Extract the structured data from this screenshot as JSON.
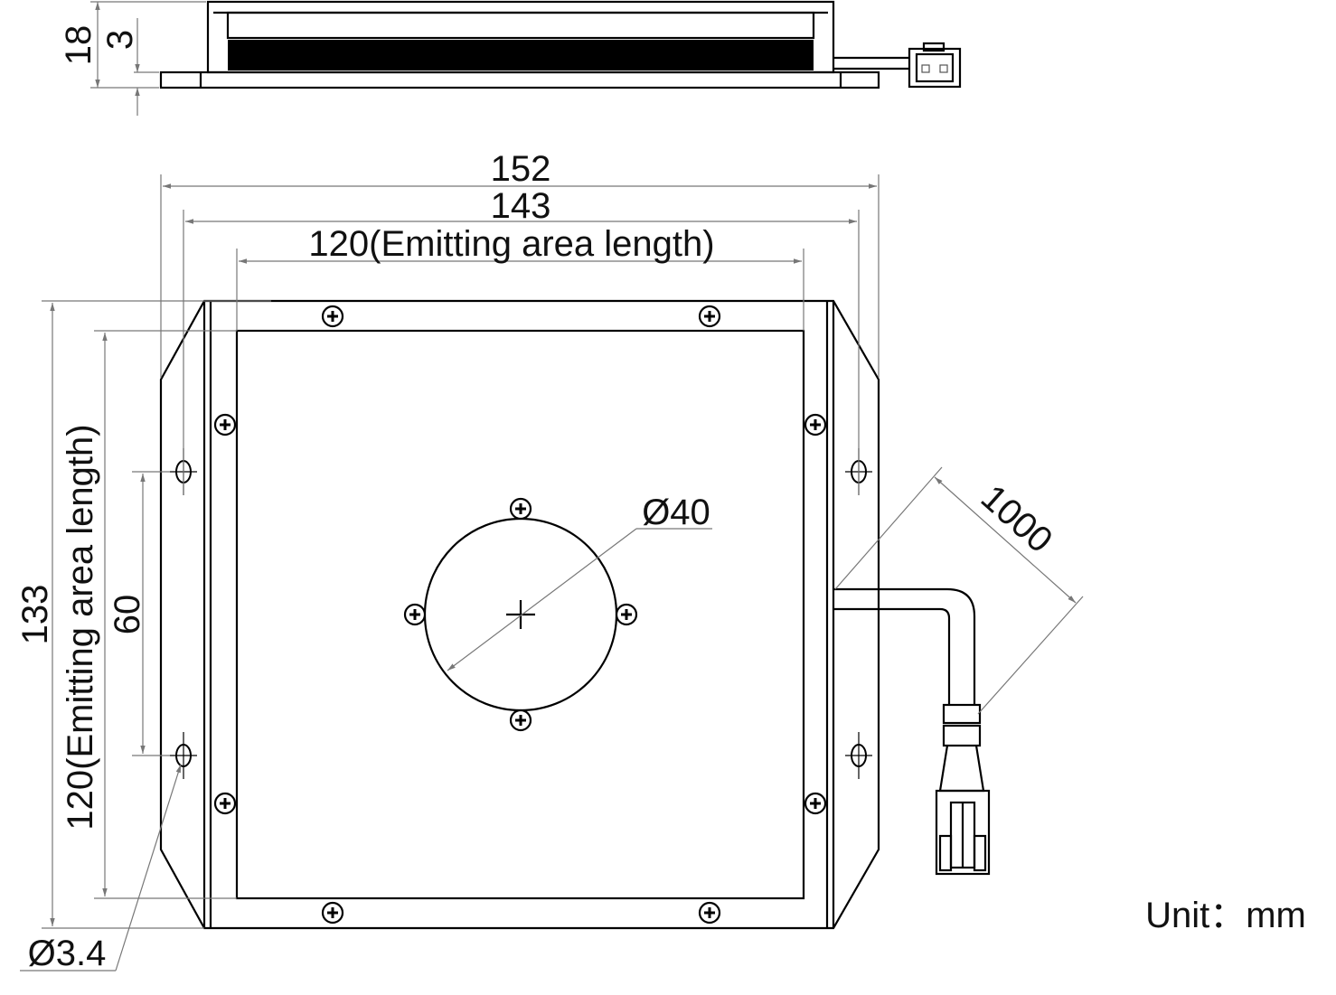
{
  "dimensions": {
    "overall_height_side": "18",
    "lens_thickness": "3",
    "outer_length": "152",
    "mount_spacing": "143",
    "emitting_length_top": "120(Emitting area length)",
    "outer_width": "133",
    "emitting_length_left": "120(Emitting area length)",
    "hole_spacing": "60",
    "center_hole_diameter": "Ø40",
    "mount_hole_diameter": "Ø3.4",
    "cable_length": "1000"
  },
  "unit_label": "Unit：mm",
  "colors": {
    "line": "#000000",
    "dimension_line": "#777777",
    "background": "#ffffff"
  },
  "icons": [
    "screw-icon",
    "slot-hole-icon",
    "connector-icon"
  ]
}
